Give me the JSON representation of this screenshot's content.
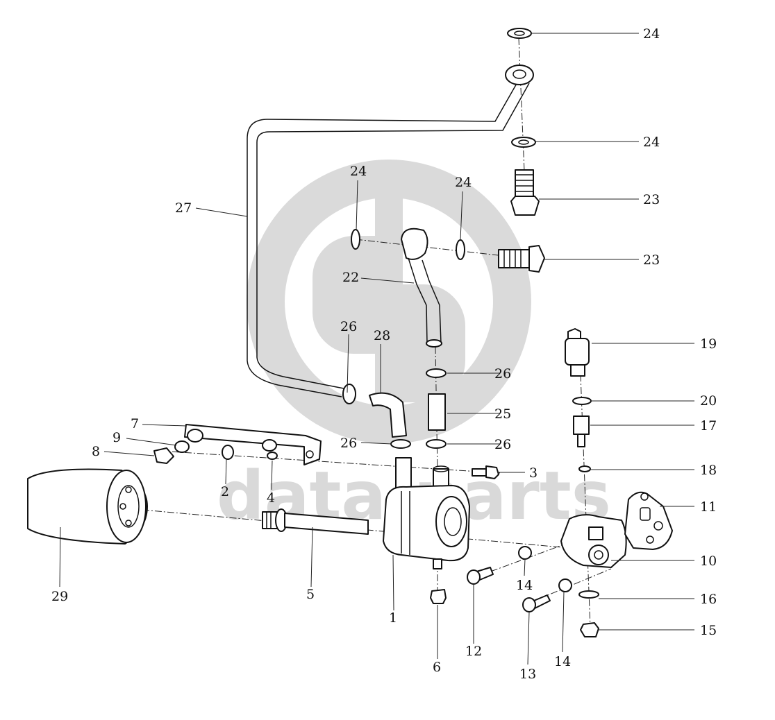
{
  "watermark": {
    "logo_name": "data-parts-logo",
    "text": "data-parts",
    "color": "#d6d6d6"
  },
  "callouts": [
    {
      "id": "c1",
      "label": "1"
    },
    {
      "id": "c2",
      "label": "2"
    },
    {
      "id": "c3",
      "label": "3"
    },
    {
      "id": "c4",
      "label": "4"
    },
    {
      "id": "c5",
      "label": "5"
    },
    {
      "id": "c6",
      "label": "6"
    },
    {
      "id": "c7",
      "label": "7"
    },
    {
      "id": "c8",
      "label": "8"
    },
    {
      "id": "c9",
      "label": "9"
    },
    {
      "id": "c10",
      "label": "10"
    },
    {
      "id": "c11",
      "label": "11"
    },
    {
      "id": "c12",
      "label": "12"
    },
    {
      "id": "c13",
      "label": "13"
    },
    {
      "id": "c14a",
      "label": "14"
    },
    {
      "id": "c14b",
      "label": "14"
    },
    {
      "id": "c15",
      "label": "15"
    },
    {
      "id": "c16",
      "label": "16"
    },
    {
      "id": "c17",
      "label": "17"
    },
    {
      "id": "c18",
      "label": "18"
    },
    {
      "id": "c19",
      "label": "19"
    },
    {
      "id": "c20",
      "label": "20"
    },
    {
      "id": "c22",
      "label": "22"
    },
    {
      "id": "c23a",
      "label": "23"
    },
    {
      "id": "c23b",
      "label": "23"
    },
    {
      "id": "c24a",
      "label": "24"
    },
    {
      "id": "c24b",
      "label": "24"
    },
    {
      "id": "c24c",
      "label": "24"
    },
    {
      "id": "c24d",
      "label": "24"
    },
    {
      "id": "c25",
      "label": "25"
    },
    {
      "id": "c26a",
      "label": "26"
    },
    {
      "id": "c26b",
      "label": "26"
    },
    {
      "id": "c26c",
      "label": "26"
    },
    {
      "id": "c26d",
      "label": "26"
    },
    {
      "id": "c27",
      "label": "27"
    },
    {
      "id": "c28",
      "label": "28"
    },
    {
      "id": "c29",
      "label": "29"
    }
  ]
}
